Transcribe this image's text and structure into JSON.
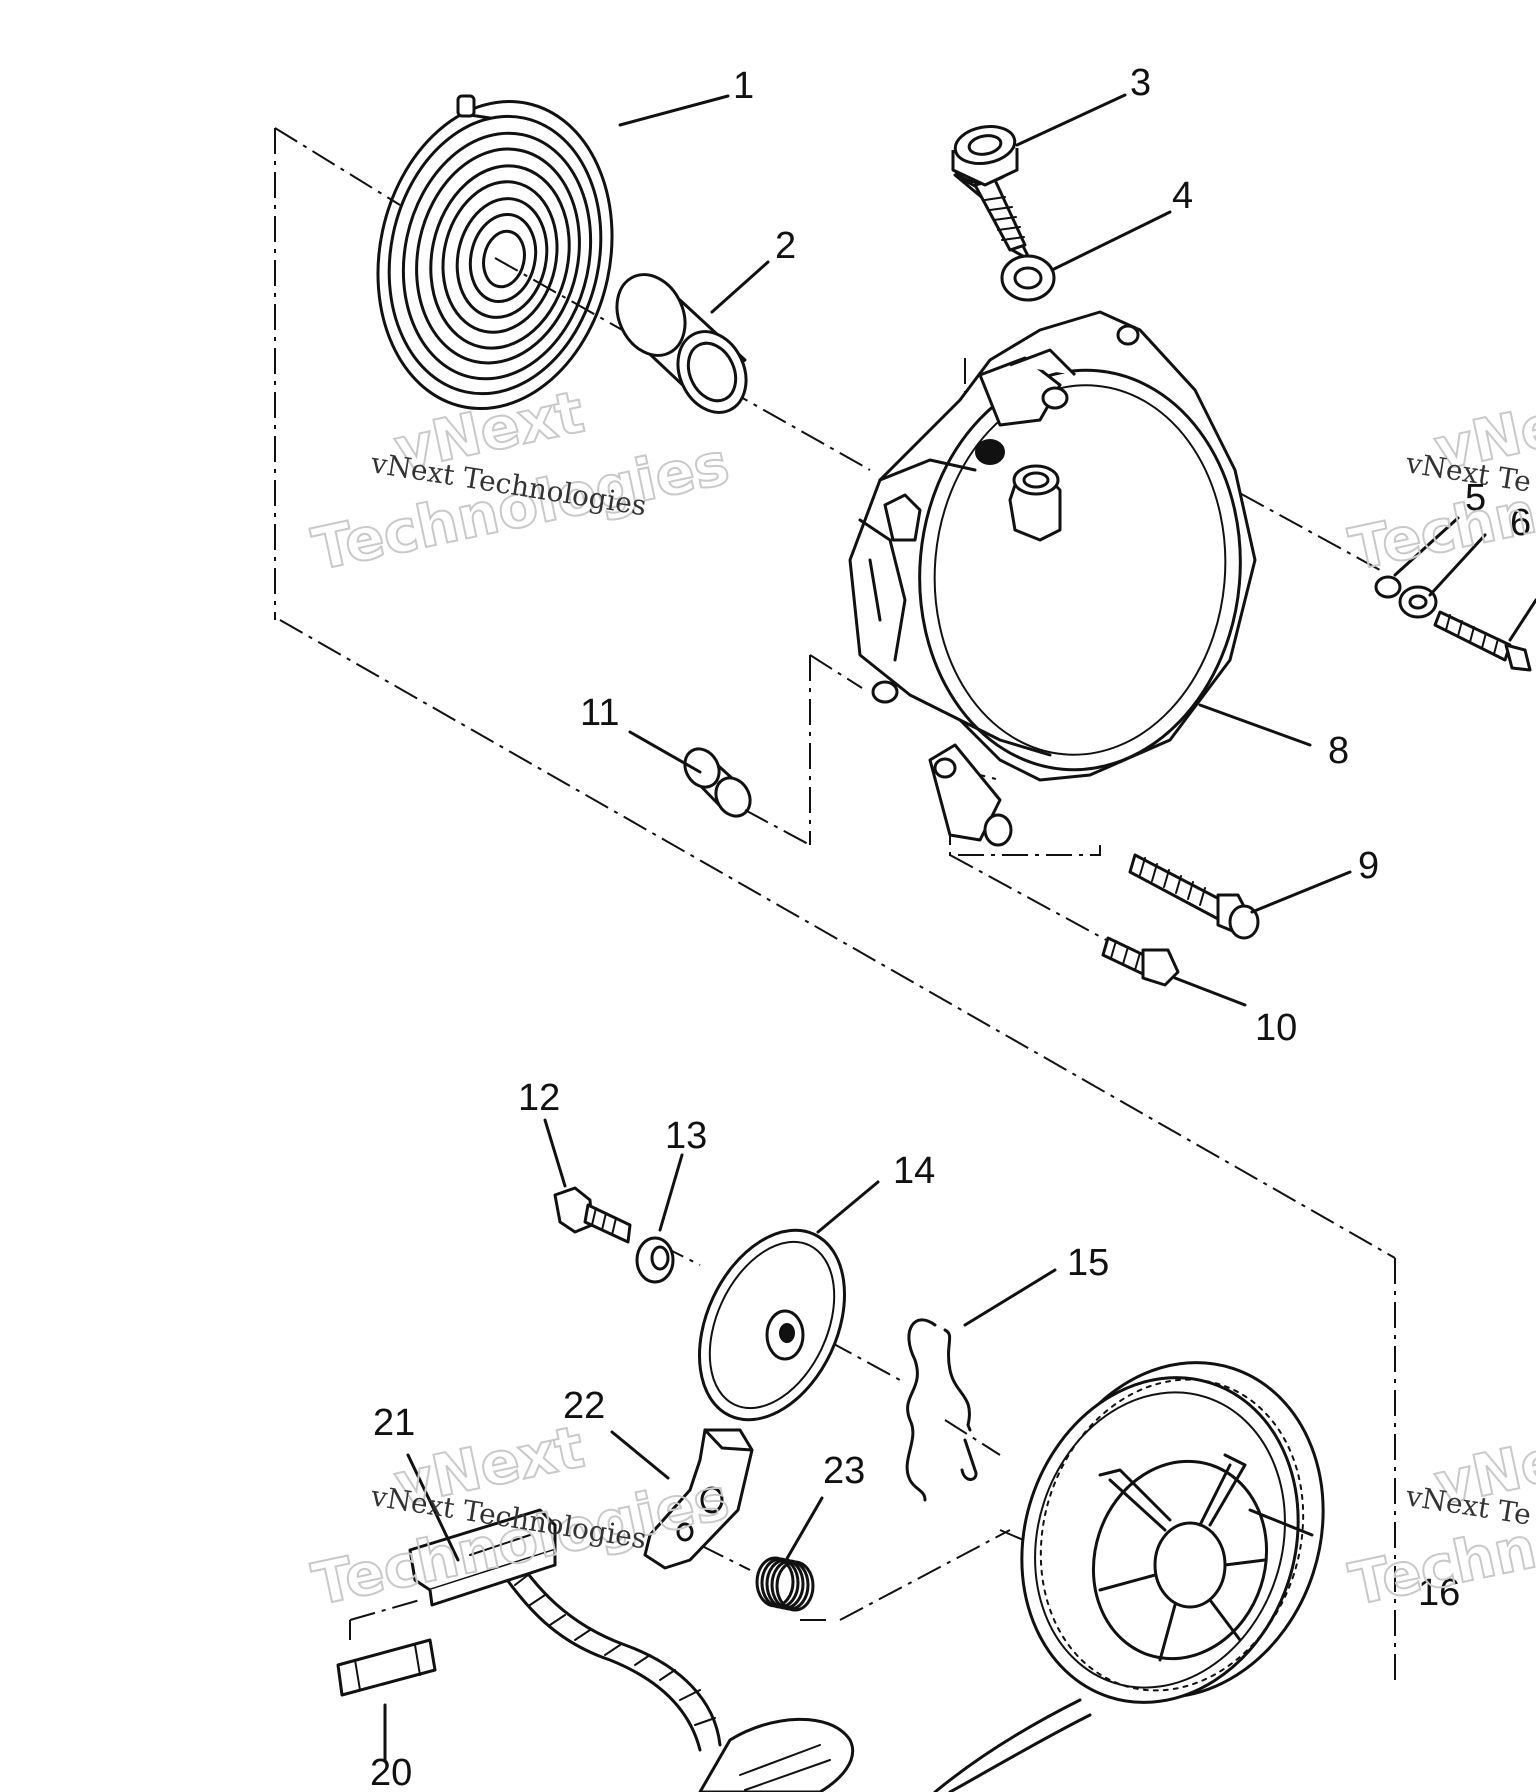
{
  "callouts": [
    "1",
    "2",
    "3",
    "4",
    "5",
    "6",
    "8",
    "9",
    "10",
    "11",
    "12",
    "13",
    "14",
    "15",
    "16",
    "20",
    "21",
    "22",
    "23"
  ],
  "watermark": {
    "line1": "vNext",
    "line2": "Technologies",
    "caption": "vNext Technologies",
    "caption_clipped": "vNext Te",
    "line1_clipped": "vNe",
    "line2_clipped": "Techn"
  }
}
